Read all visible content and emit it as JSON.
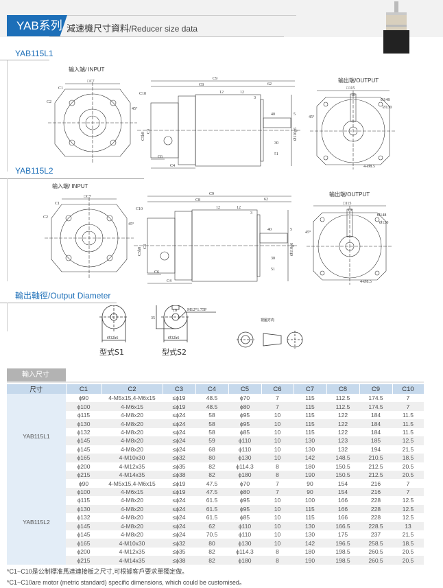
{
  "header": {
    "series_tab": "YAB系列",
    "title_cn": "減速機尺寸資料",
    "title_en": "/Reducer size data"
  },
  "models": [
    {
      "name": "YAB115L1",
      "input_label": "输入端/ INPUT",
      "output_label": "输出端/OUTPUT"
    },
    {
      "name": "YAB115L2",
      "input_label": "输入端/ INPUT",
      "output_label": "输出端/OUTPUT"
    }
  ],
  "drawing_labels": {
    "input": {
      "c7": "□C7",
      "c1": "C1",
      "c2": "C2",
      "angle": "45°"
    },
    "side": {
      "c9": "C9",
      "c8": "C8",
      "d62": "62",
      "c10": "C10",
      "d12a": "12",
      "d12b": "12",
      "d3": "3",
      "d40": "40",
      "d5": "5",
      "c5": "C5h8",
      "c3": "C3",
      "d110": "Ø110g6",
      "d30": "30",
      "d51": "51",
      "c6": "C6",
      "c4": "C4"
    },
    "output": {
      "sq": "□115",
      "d10": "10",
      "d148": "Ø148",
      "d130": "Ø130",
      "holes": "4-Ø8.5",
      "angle": "45°"
    }
  },
  "output_diameter": {
    "title": "輸出軸徑/Output Diameter",
    "s1": {
      "label": "型式S1",
      "dia": "Ø32h6"
    },
    "s2": {
      "label": "型式S2",
      "dia": "Ø32h6",
      "key": "10",
      "height": "35",
      "thread": "M12*1.75P"
    },
    "view_direction": "視圖方向"
  },
  "table": {
    "section_tab": "輸入尺寸",
    "headers": [
      "尺寸",
      "C1",
      "C2",
      "C3",
      "C4",
      "C5",
      "C6",
      "C7",
      "C8",
      "C9",
      "C10"
    ],
    "groups": [
      {
        "model": "YAB115L1",
        "rows": [
          [
            "ϕ90",
            "4-M5x15,4-M6x15",
            "≤ϕ19",
            "48.5",
            "ϕ70",
            "7",
            "115",
            "112.5",
            "174.5",
            "7"
          ],
          [
            "ϕ100",
            "4-M6x15",
            "≤ϕ19",
            "48.5",
            "ϕ80",
            "7",
            "115",
            "112.5",
            "174.5",
            "7"
          ],
          [
            "ϕ115",
            "4-M8x20",
            "≤ϕ24",
            "58",
            "ϕ95",
            "10",
            "115",
            "122",
            "184",
            "11.5"
          ],
          [
            "ϕ130",
            "4-M8x20",
            "≤ϕ24",
            "58",
            "ϕ95",
            "10",
            "115",
            "122",
            "184",
            "11.5"
          ],
          [
            "ϕ132",
            "4-M8x20",
            "≤ϕ24",
            "58",
            "ϕ85",
            "10",
            "115",
            "122",
            "184",
            "11.5"
          ],
          [
            "ϕ145",
            "4-M8x20",
            "≤ϕ24",
            "59",
            "ϕ110",
            "10",
            "130",
            "123",
            "185",
            "12.5"
          ],
          [
            "ϕ145",
            "4-M8x20",
            "≤ϕ24",
            "68",
            "ϕ110",
            "10",
            "130",
            "132",
            "194",
            "21.5"
          ],
          [
            "ϕ165",
            "4-M10x30",
            "≤ϕ32",
            "80",
            "ϕ130",
            "10",
            "142",
            "148.5",
            "210.5",
            "18.5"
          ],
          [
            "ϕ200",
            "4-M12x35",
            "≤ϕ35",
            "82",
            "ϕ114.3",
            "8",
            "180",
            "150.5",
            "212.5",
            "20.5"
          ],
          [
            "ϕ215",
            "4-M14x35",
            "≤ϕ38",
            "82",
            "ϕ180",
            "8",
            "190",
            "150.5",
            "212.5",
            "20.5"
          ]
        ]
      },
      {
        "model": "YAB115L2",
        "rows": [
          [
            "ϕ90",
            "4-M5x15,4-M6x15",
            "≤ϕ19",
            "47.5",
            "ϕ70",
            "7",
            "90",
            "154",
            "216",
            "7"
          ],
          [
            "ϕ100",
            "4-M6x15",
            "≤ϕ19",
            "47.5",
            "ϕ80",
            "7",
            "90",
            "154",
            "216",
            "7"
          ],
          [
            "ϕ115",
            "4-M8x20",
            "≤ϕ24",
            "61.5",
            "ϕ95",
            "10",
            "100",
            "166",
            "228",
            "12.5"
          ],
          [
            "ϕ130",
            "4-M8x20",
            "≤ϕ24",
            "61.5",
            "ϕ95",
            "10",
            "115",
            "166",
            "228",
            "12.5"
          ],
          [
            "ϕ132",
            "4-M8x20",
            "≤ϕ24",
            "61.5",
            "ϕ85",
            "10",
            "115",
            "166",
            "228",
            "12.5"
          ],
          [
            "ϕ145",
            "4-M8x20",
            "≤ϕ24",
            "62",
            "ϕ110",
            "10",
            "130",
            "166.5",
            "228.5",
            "13"
          ],
          [
            "ϕ145",
            "4-M8x20",
            "≤ϕ24",
            "70.5",
            "ϕ110",
            "10",
            "130",
            "175",
            "237",
            "21.5"
          ],
          [
            "ϕ165",
            "4-M10x30",
            "≤ϕ32",
            "80",
            "ϕ130",
            "10",
            "142",
            "196.5",
            "258.5",
            "18.5"
          ],
          [
            "ϕ200",
            "4-M12x35",
            "≤ϕ35",
            "82",
            "ϕ114.3",
            "8",
            "180",
            "198.5",
            "260.5",
            "20.5"
          ],
          [
            "ϕ215",
            "4-M14x35",
            "≤ϕ38",
            "82",
            "ϕ180",
            "8",
            "190",
            "198.5",
            "260.5",
            "20.5"
          ]
        ]
      }
    ]
  },
  "footnotes": [
    "*C1~C10是公制標准馬達連接板之尺寸,可根據客戶要求單獨定做。",
    "*C1~C10are motor (metric standard) specific dimensions, which could be customised。"
  ],
  "colors": {
    "brand_blue": "#1d6fb8",
    "table_header": "#c6d9ec"
  }
}
